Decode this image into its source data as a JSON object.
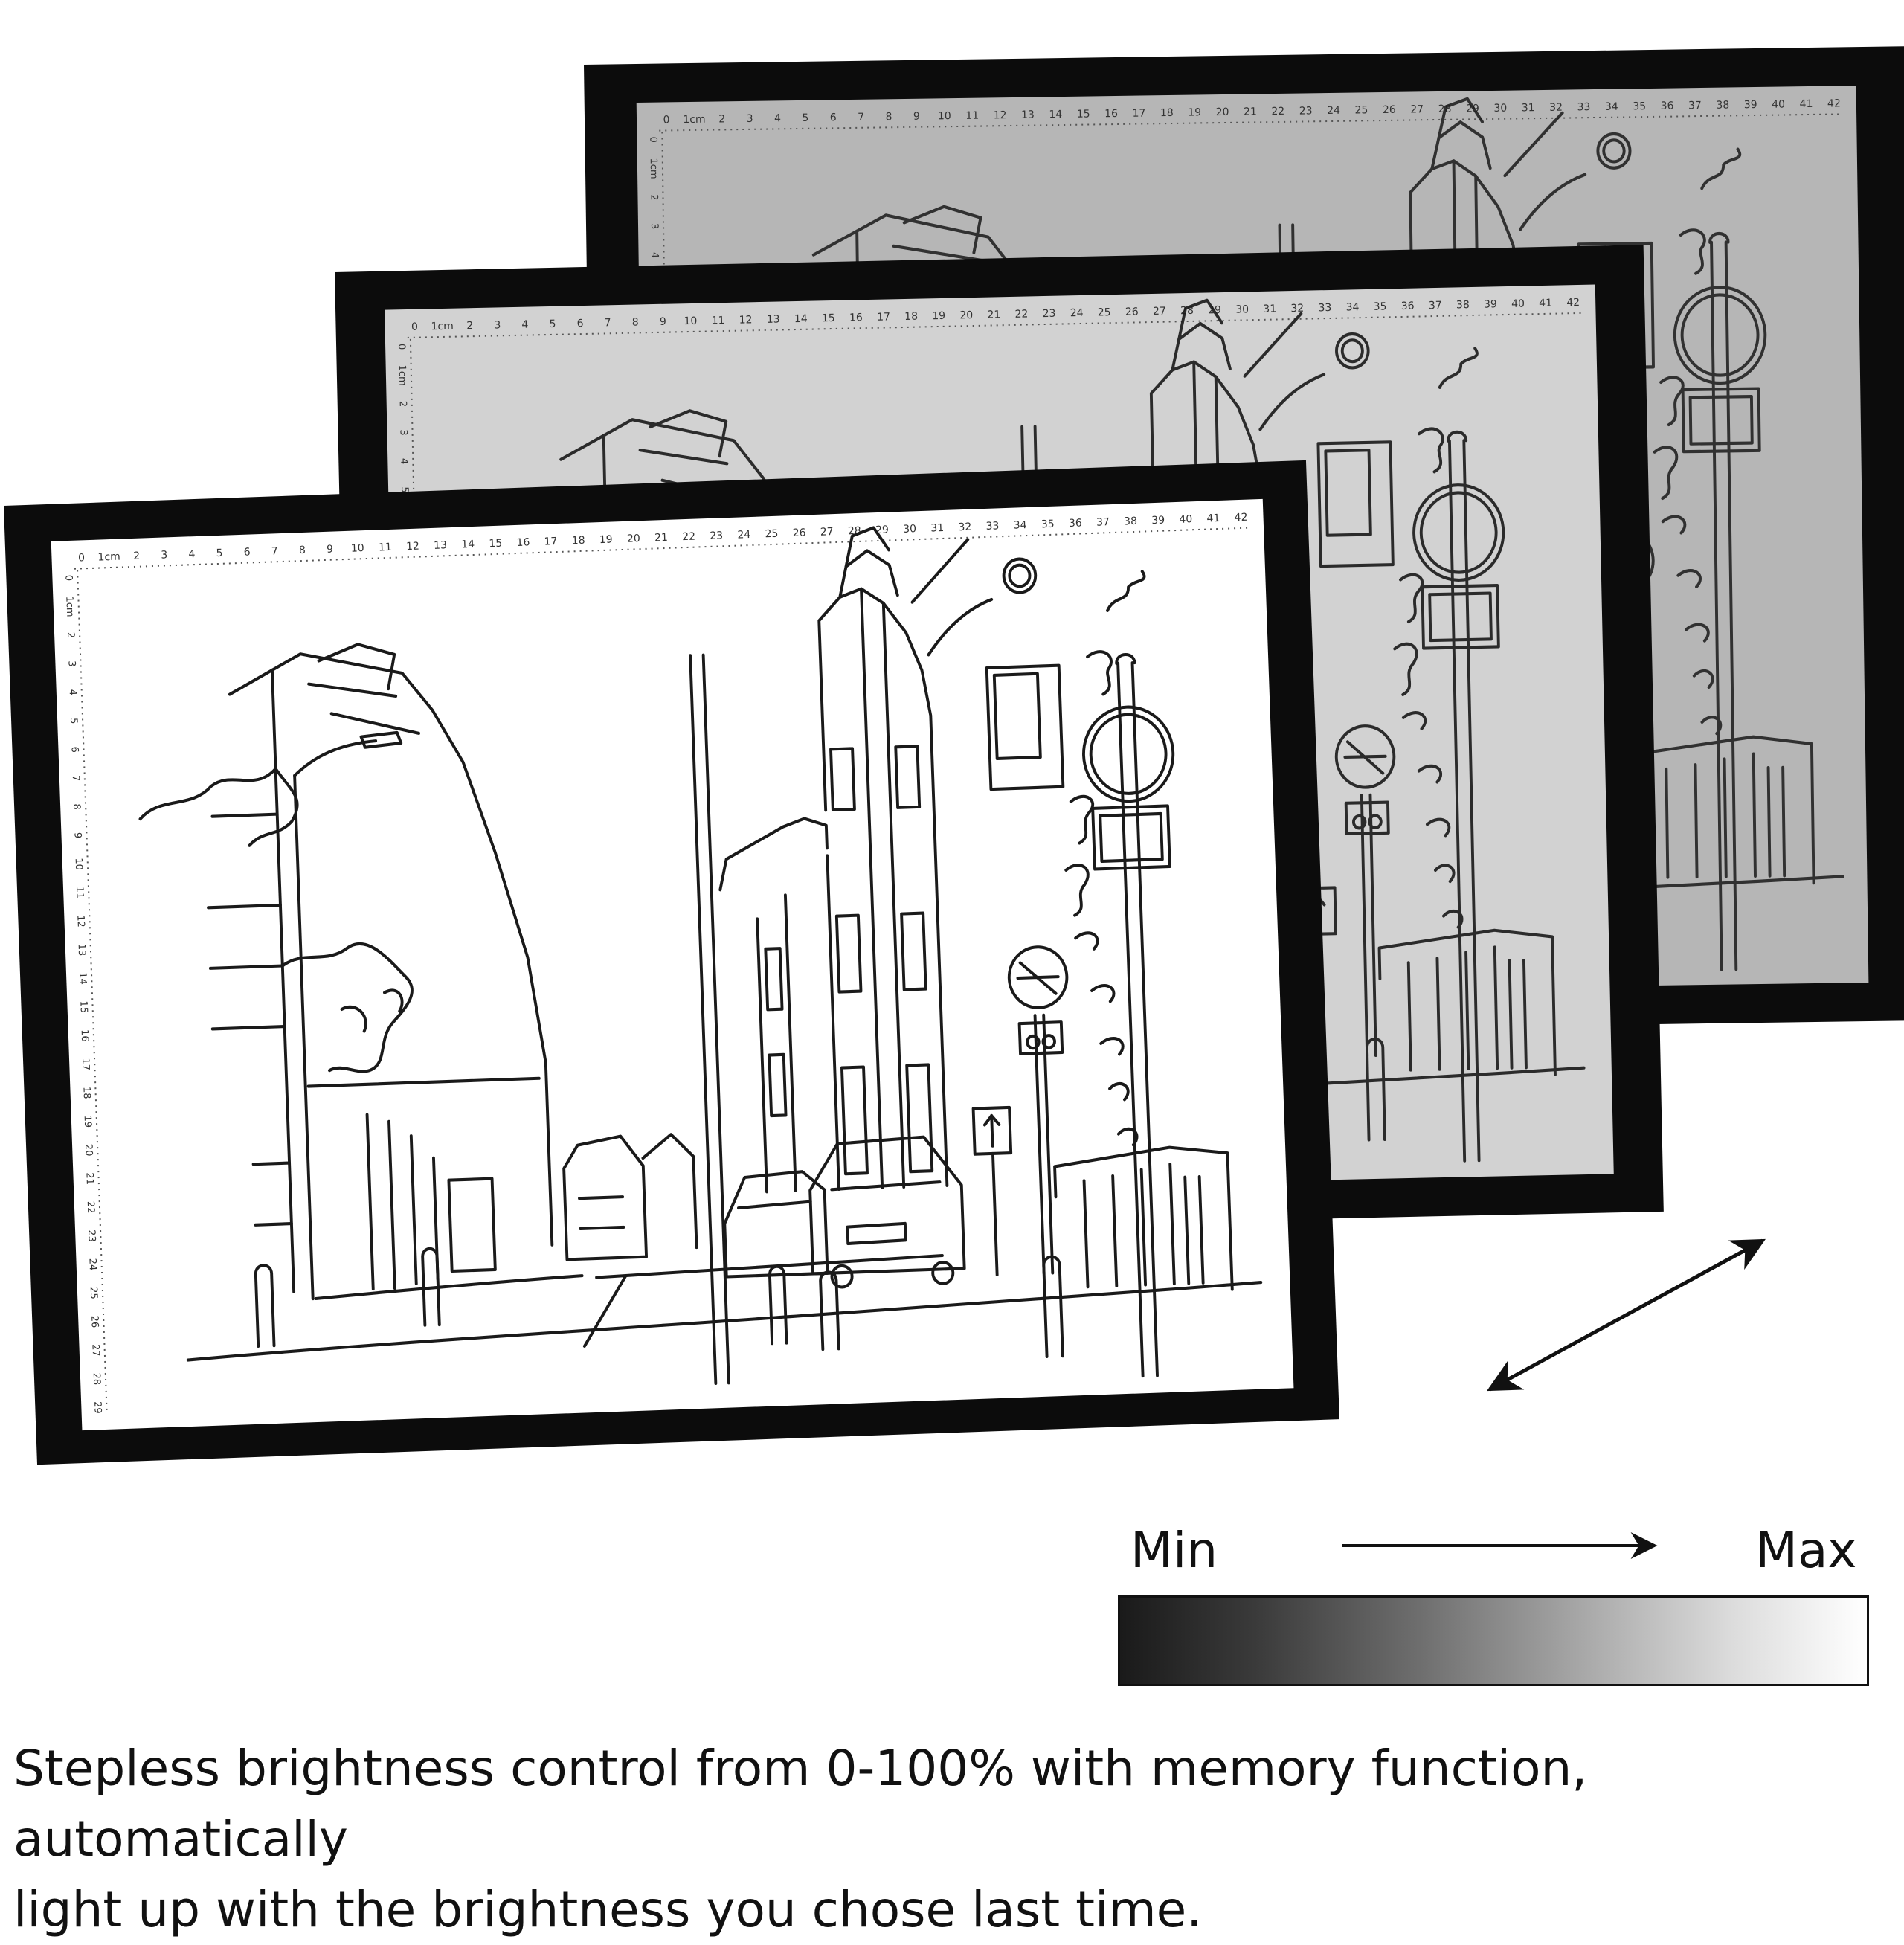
{
  "brightness": {
    "min_label": "Min",
    "max_label": "Max"
  },
  "caption": {
    "line1": "Stepless brightness control from 0-100% with memory function, automatically",
    "line2": "light up with the brightness you chose last time."
  },
  "panels": {
    "ruler_top": [
      "0",
      "1cm",
      "2",
      "3",
      "4",
      "5",
      "6",
      "7",
      "8",
      "9",
      "10",
      "11",
      "12",
      "13",
      "14",
      "15",
      "16",
      "17",
      "18",
      "19",
      "20",
      "21",
      "22",
      "23",
      "24",
      "25",
      "26",
      "27",
      "28",
      "29",
      "30",
      "31",
      "32",
      "33",
      "34",
      "35",
      "36",
      "37",
      "38",
      "39",
      "40",
      "41",
      "42"
    ],
    "ruler_left": [
      "0",
      "1cm",
      "2",
      "3",
      "4",
      "5",
      "6",
      "7",
      "8",
      "9",
      "10",
      "11",
      "12",
      "13",
      "14",
      "15",
      "16",
      "17",
      "18",
      "19",
      "20",
      "21",
      "22",
      "23",
      "24",
      "25",
      "26",
      "27",
      "28",
      "29"
    ],
    "levels": [
      {
        "name": "back",
        "brightness": 0.55
      },
      {
        "name": "middle",
        "brightness": 0.78
      },
      {
        "name": "front",
        "brightness": 1.0
      }
    ]
  },
  "colors": {
    "frame": "#0c0c0c",
    "ink": "#1a1a1a",
    "panel_back": "#b6b6b6",
    "panel_middle": "#d2d2d2",
    "panel_front": "#ffffff"
  }
}
